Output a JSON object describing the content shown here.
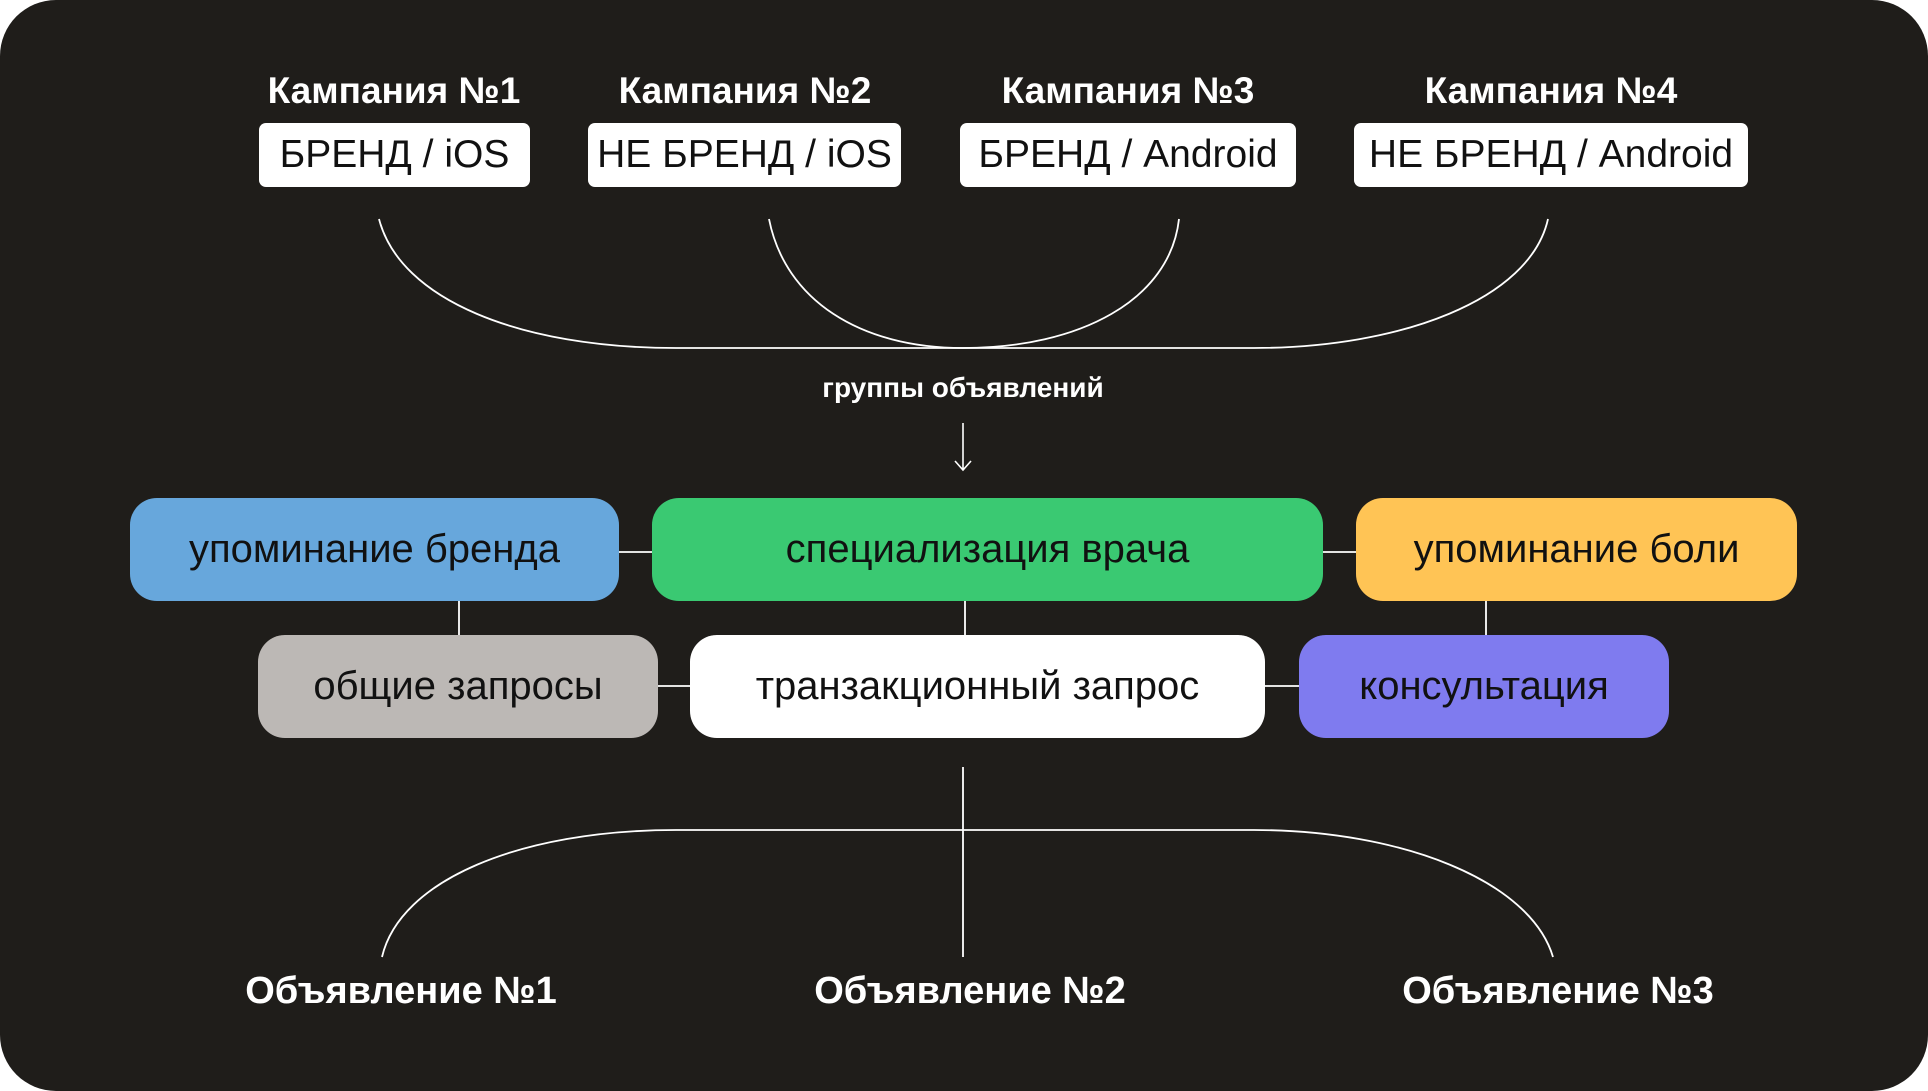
{
  "campaigns": [
    {
      "title": "Кампания №1",
      "label": "БРЕНД / iOS"
    },
    {
      "title": "Кампания №2",
      "label": "НЕ БРЕНД / iOS"
    },
    {
      "title": "Кампания №3",
      "label": "БРЕНД / Android"
    },
    {
      "title": "Кампания №4",
      "label": "НЕ БРЕНД / Android"
    }
  ],
  "groups_label": "группы объявлений",
  "ad_groups": {
    "row1": [
      {
        "label": "упоминание бренда",
        "color": "#67a7dc"
      },
      {
        "label": "специализация врача",
        "color": "#3ac972"
      },
      {
        "label": "упоминание боли",
        "color": "#ffc455"
      }
    ],
    "row2": [
      {
        "label": "общие запросы",
        "color": "#bcb8b5"
      },
      {
        "label": "транзакционный запрос",
        "color": "#ffffff"
      },
      {
        "label": "консультация",
        "color": "#7f7bef"
      }
    ]
  },
  "ads": [
    "Объявление №1",
    "Объявление №2",
    "Объявление №3"
  ]
}
